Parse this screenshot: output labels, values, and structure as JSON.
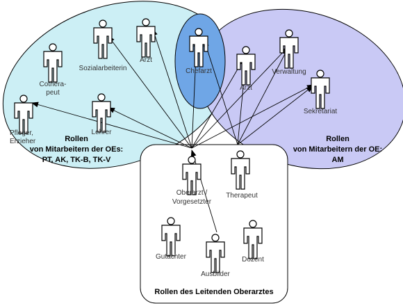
{
  "groups": {
    "left": {
      "line1": "Rollen",
      "line2": "von Mitarbeitern der OEs:",
      "line3": "PT, AK, TK-B, TK-V",
      "fill": "#cceff5"
    },
    "right": {
      "line1": "Rollen",
      "line2": "von Mitarbeitern der OE:",
      "line3": "AM",
      "fill": "#c9c9f5"
    },
    "center": {
      "title": "Rollen des Leitenden Oberarztes",
      "fill": "#ffffff"
    },
    "chefarzt_fill": "#6fa6e6"
  },
  "roles": {
    "pfleger": "Pfleger,",
    "erzieher": "Erzieher",
    "cotherapeut_1": "Cothera-",
    "cotherapeut_2": "peut",
    "sozialarbeiterin": "Sozialarbeiterin",
    "arzt_left": "Arzt",
    "lehrer": "Lehrer",
    "chefarzt": "Chefarzt",
    "arzt_right": "Arzt",
    "verwaltung": "Verwaltung",
    "sekretariat": "Sekretariat",
    "oberarzt_1": "Oberarzt /",
    "oberarzt_2": "Vorgesetzter",
    "therapeut": "Therapeut",
    "gutachter": "Gutachter",
    "ausbilder": "Ausbilder",
    "dozent": "Dozent"
  }
}
